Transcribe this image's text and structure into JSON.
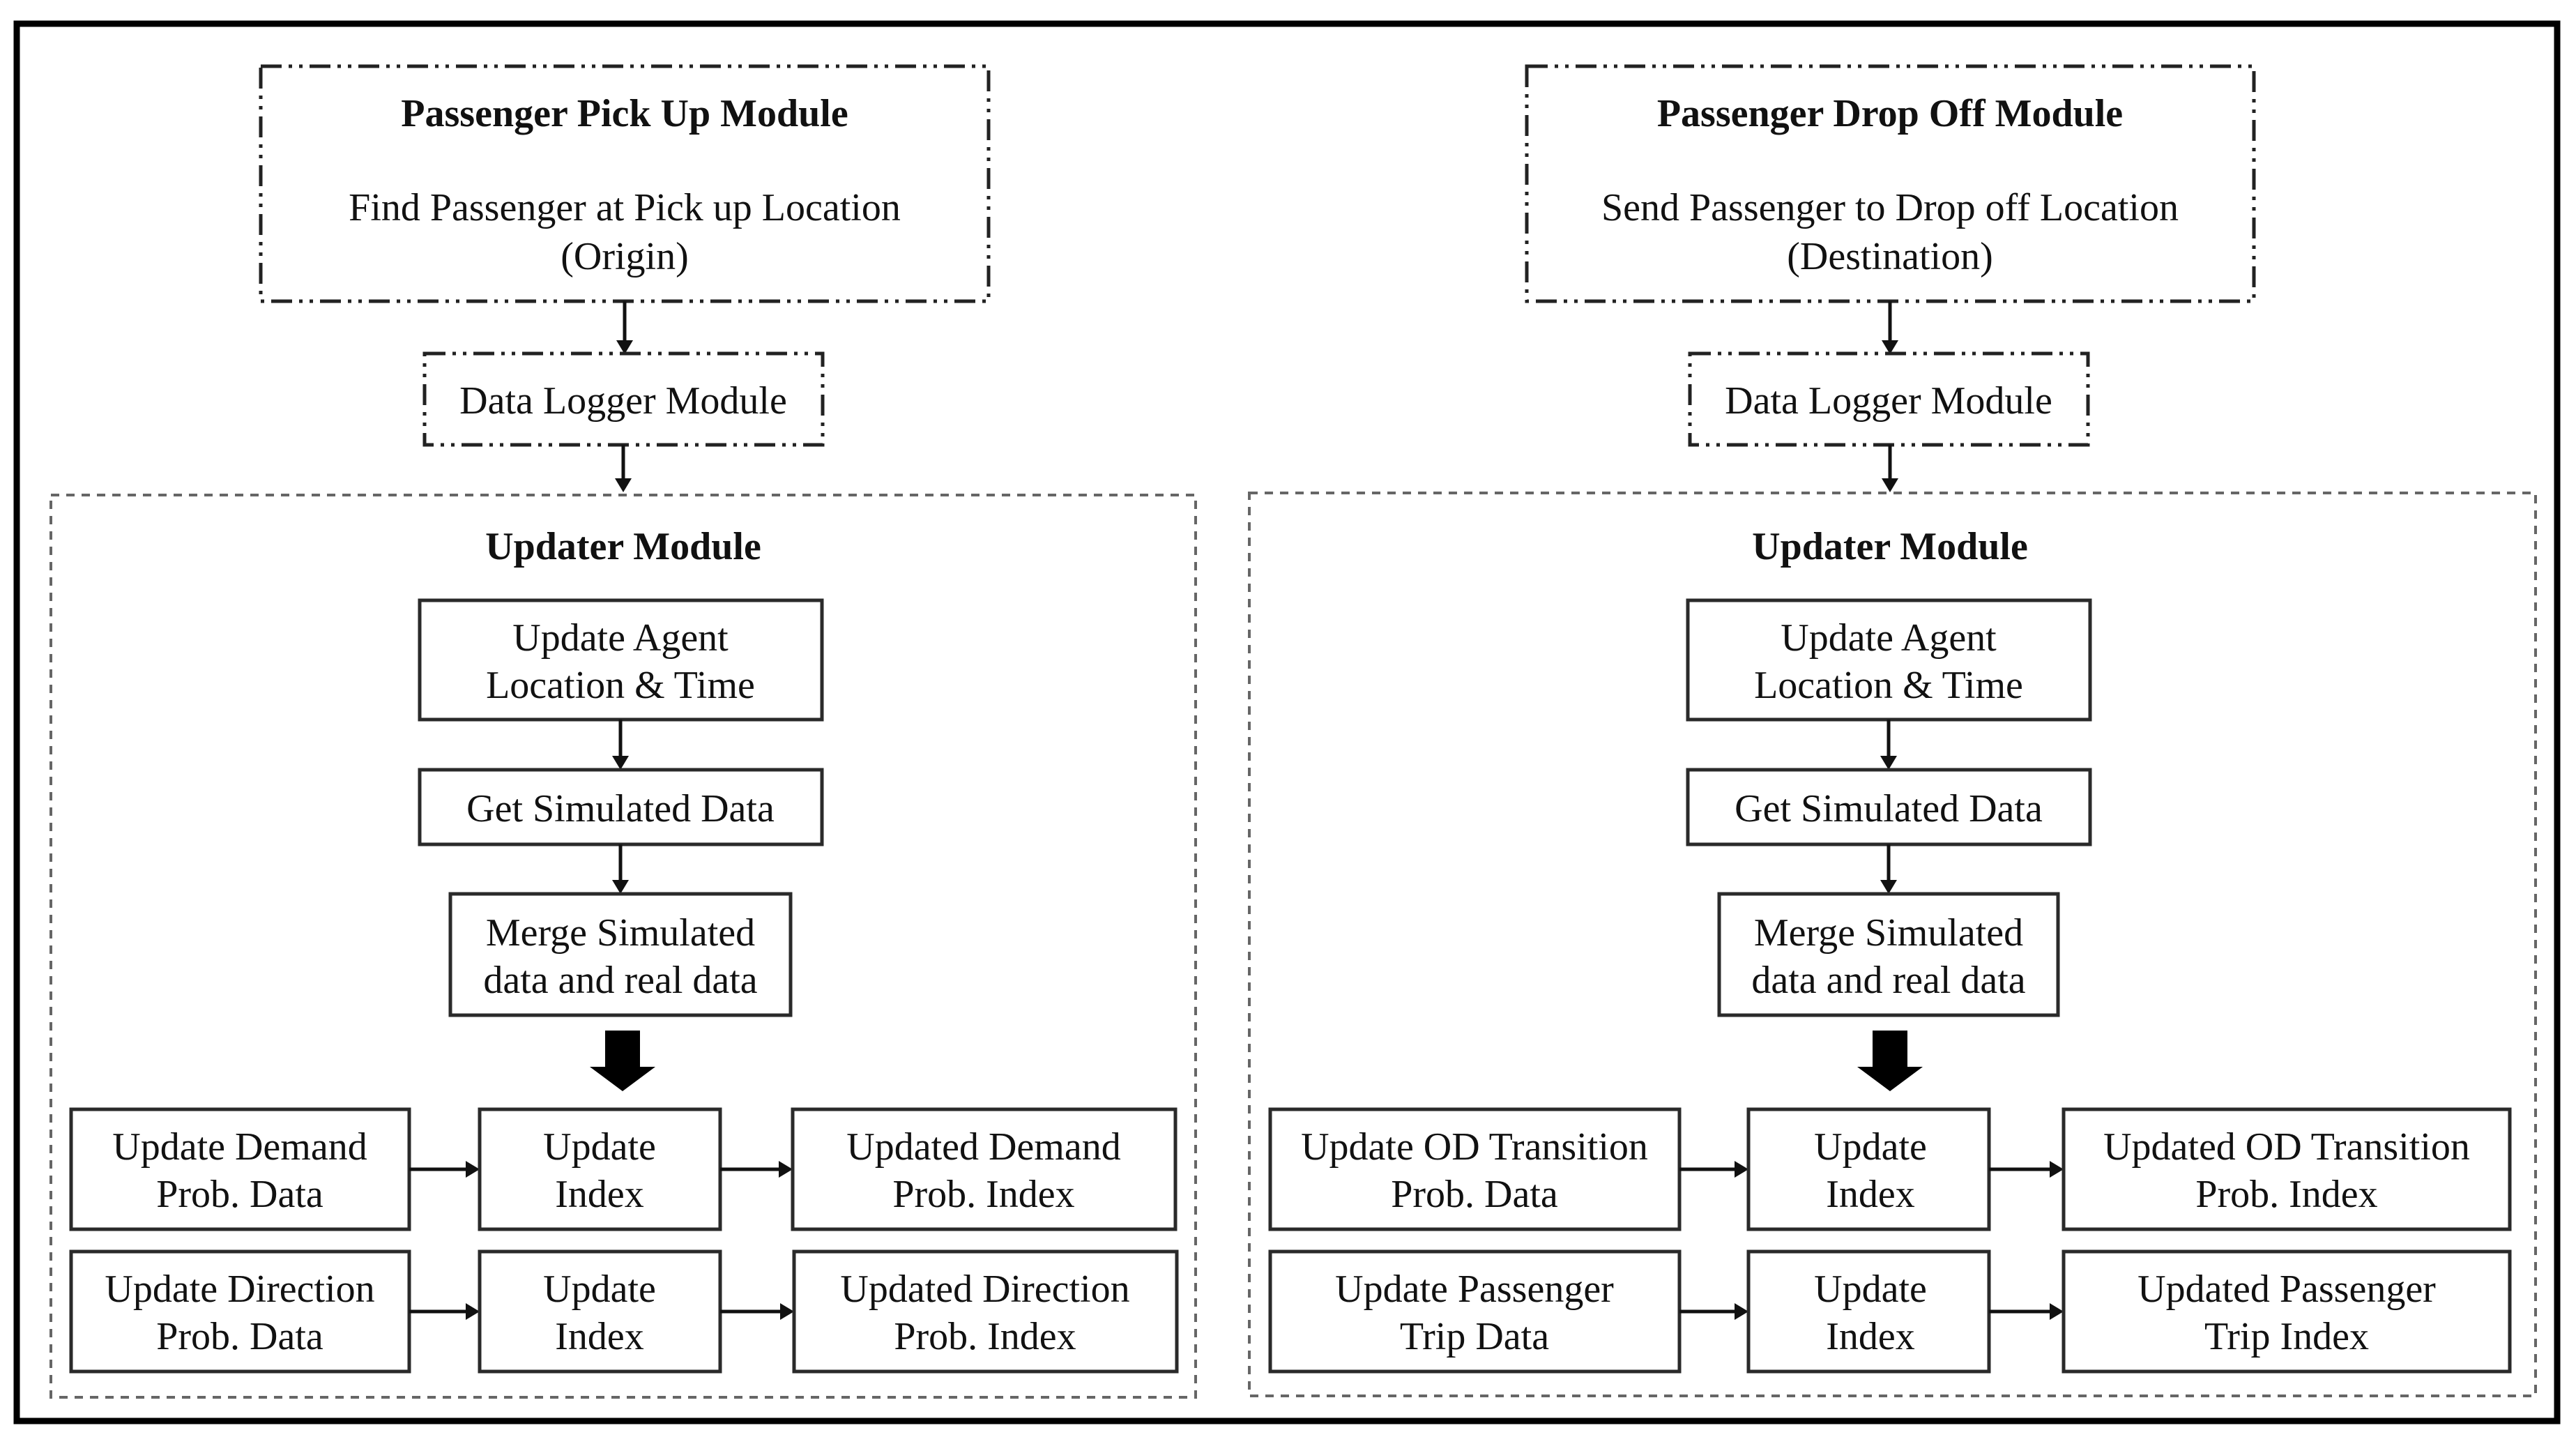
{
  "left": {
    "module": {
      "title": "Passenger Pick Up Module",
      "line1": "Find Passenger at Pick up Location",
      "line2": "(Origin)"
    },
    "logger": "Data Logger Module",
    "updater": {
      "title": "Updater Module",
      "update_agent": [
        "Update Agent",
        "Location & Time"
      ],
      "get_simulated": "Get Simulated Data",
      "merge": [
        "Merge Simulated",
        "data and real data"
      ],
      "rows": [
        {
          "source": [
            "Update Demand",
            "Prob. Data"
          ],
          "middle": [
            "Update",
            "Index"
          ],
          "result": [
            "Updated Demand",
            "Prob. Index"
          ]
        },
        {
          "source": [
            "Update Direction",
            "Prob. Data"
          ],
          "middle": [
            "Update",
            "Index"
          ],
          "result": [
            "Updated Direction",
            "Prob. Index"
          ]
        }
      ]
    }
  },
  "right": {
    "module": {
      "title": "Passenger Drop Off Module",
      "line1": "Send Passenger to Drop off Location",
      "line2": "(Destination)"
    },
    "logger": "Data Logger Module",
    "updater": {
      "title": "Updater Module",
      "update_agent": [
        "Update Agent",
        "Location & Time"
      ],
      "get_simulated": "Get Simulated Data",
      "merge": [
        "Merge Simulated",
        "data and real data"
      ],
      "rows": [
        {
          "source": [
            "Update OD Transition",
            "Prob. Data"
          ],
          "middle": [
            "Update",
            "Index"
          ],
          "result": [
            "Updated OD Transition",
            "Prob. Index"
          ]
        },
        {
          "source": [
            "Update Passenger",
            "Trip Data"
          ],
          "middle": [
            "Update",
            "Index"
          ],
          "result": [
            "Updated Passenger",
            "Trip Index"
          ]
        }
      ]
    }
  }
}
